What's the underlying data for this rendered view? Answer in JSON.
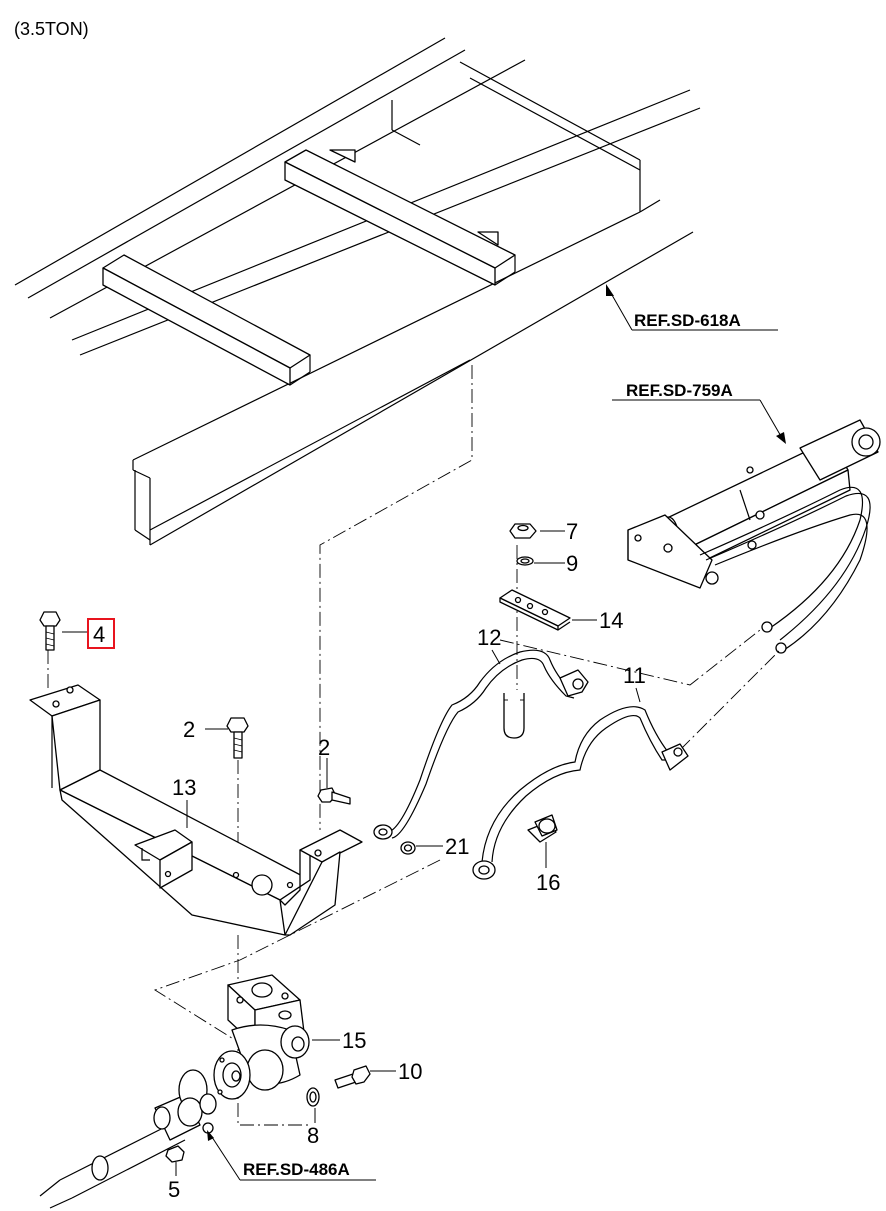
{
  "title": "(3.5TON)",
  "references": {
    "frame": "REF.SD-618A",
    "cylinder": "REF.SD-759A",
    "shaft": "REF.SD-486A"
  },
  "callouts": {
    "bolt_highlighted": "4",
    "bolt_left": "2",
    "bolt_right": "2",
    "nut": "7",
    "washer": "9",
    "plate": "14",
    "pipe_12": "12",
    "pipe_11": "11",
    "bracket": "13",
    "oring": "21",
    "plug": "16",
    "pump": "15",
    "bolt_10": "10",
    "washer_8": "8",
    "nut_5": "5"
  },
  "highlight_color": "#e8141e"
}
